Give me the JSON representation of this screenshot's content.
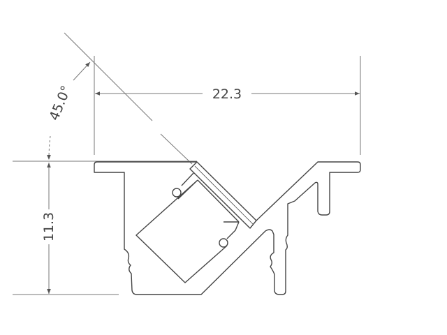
{
  "drawing": {
    "width_dimension": "22.3",
    "height_dimension": "11.3",
    "angle_dimension": "45.0°"
  },
  "colors": {
    "line": "#444444",
    "dimension": "#777777",
    "background": "#ffffff"
  }
}
